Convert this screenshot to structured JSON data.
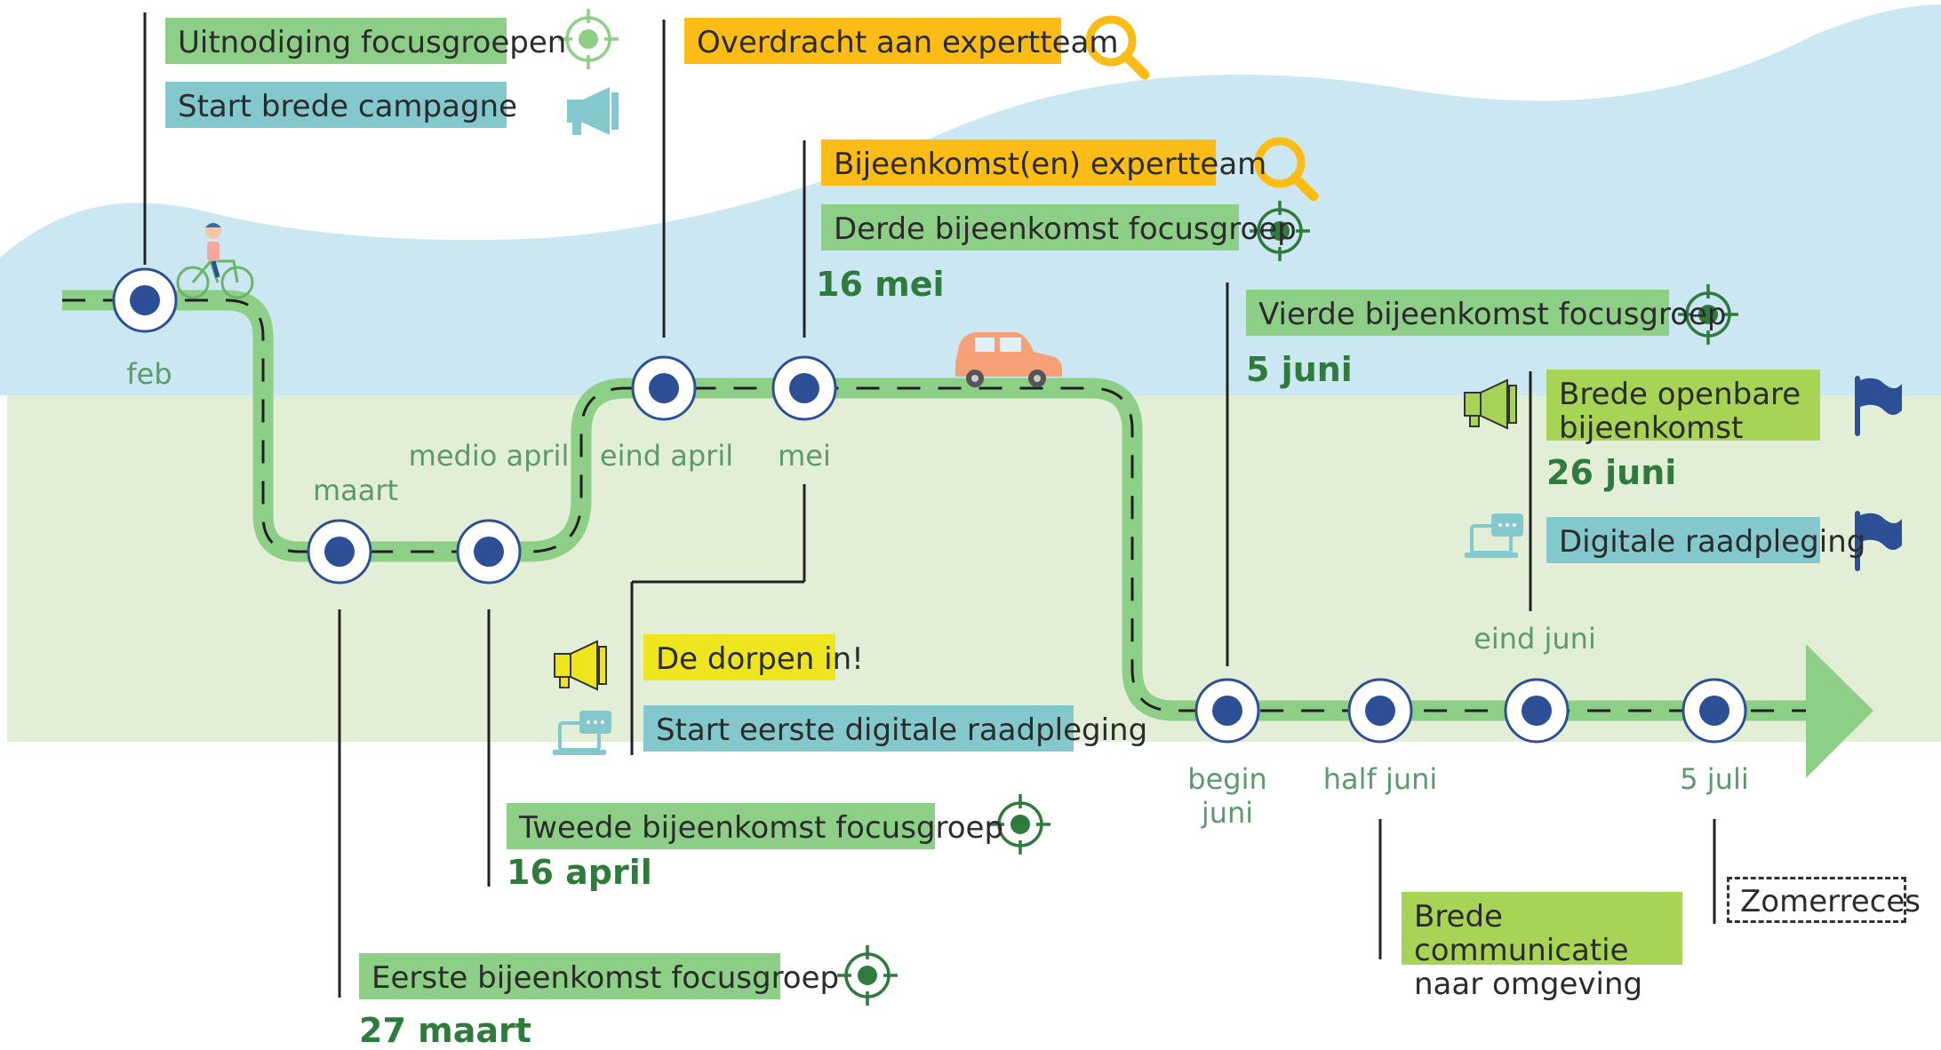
{
  "colors": {
    "sky": "#cbe8f2",
    "meadow": "#e3eed7",
    "road": "#8dcf86",
    "node": "#2c4f96",
    "text_green": "#2f7a3d",
    "month_green": "#5b9a6b",
    "focus_green": "#8dcf86",
    "campaign_teal": "#82c8cd",
    "expert_orange": "#fbbd15",
    "villages_yellow": "#eee51e",
    "public_lime": "#a8d456"
  },
  "months": {
    "feb": "feb",
    "maart": "maart",
    "medio_april": "medio april",
    "eind_april": "eind april",
    "mei": "mei",
    "begin_juni": "begin juni",
    "half_juni": "half juni",
    "eind_juni": "eind juni",
    "juli_5": "5 juli"
  },
  "labels": {
    "uitnodiging": "Uitnodiging focusgroepen",
    "campagne": "Start brede campagne",
    "overdracht": "Overdracht aan expertteam",
    "bijeenkomst_expert": "Bijeenkomst(en) expertteam",
    "derde": "Derde bijeenkomst focusgroep",
    "vierde": "Vierde bijeenkomst focusgroep",
    "brede_openbare": "Brede openbare bijeenkomst",
    "digitale": "Digitale raadpleging",
    "dorpen": "De dorpen in!",
    "start_digitale": "Start eerste digitale raadpleging",
    "tweede": "Tweede bijeenkomst focusgroep",
    "eerste": "Eerste bijeenkomst focusgroep",
    "brede_communicatie": "Brede communicatie naar omgeving",
    "zomerreces": "Zomerreces"
  },
  "dates": {
    "mei_16": "16 mei",
    "juni_5": "5 juni",
    "juni_26": "26 juni",
    "april_16": "16 april",
    "maart_27": "27 maart"
  },
  "icons": {
    "focus": "target-icon",
    "campaign": "megaphone-icon",
    "expert": "magnifier-icon",
    "flag": "flag-icon",
    "digital": "laptop-chat-icon",
    "cyclist": "cyclist-icon",
    "car": "car-icon"
  }
}
